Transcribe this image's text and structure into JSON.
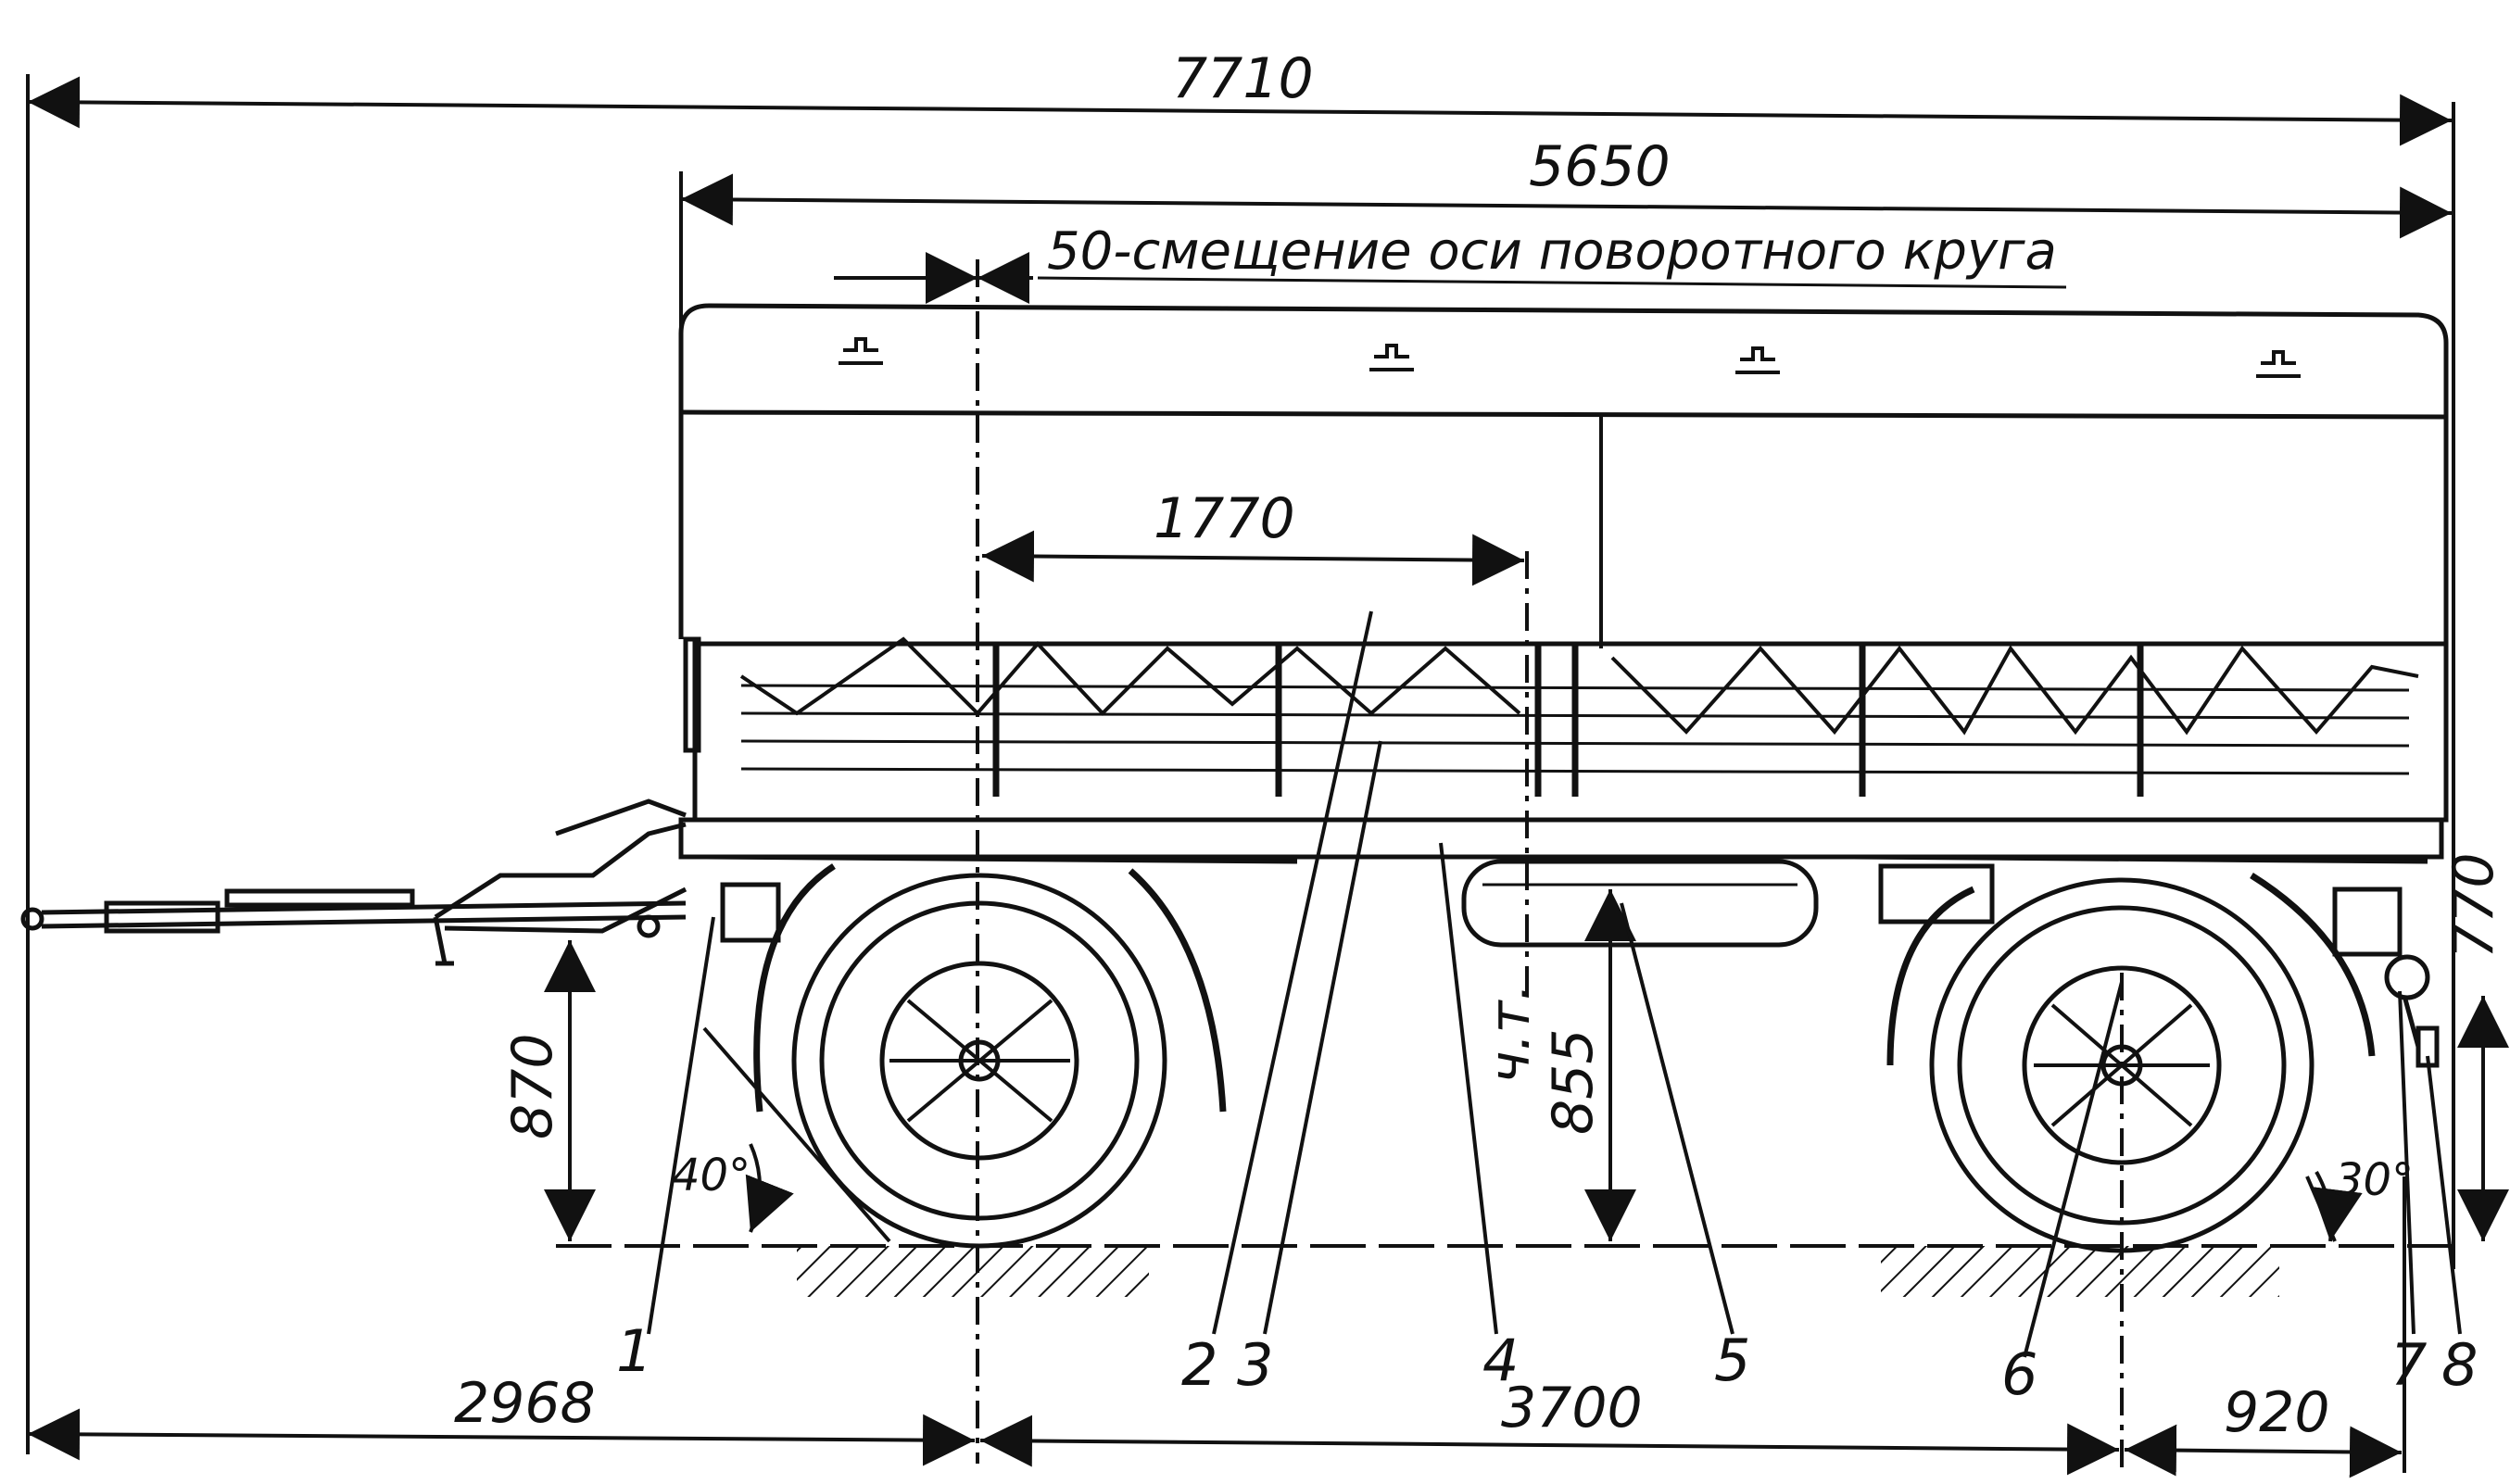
{
  "dimensions": {
    "overall_length": "7710",
    "body_length": "5650",
    "offset_note": "50-смещение оси поворотного круга",
    "front_overhang_to_axle": "1770",
    "drawbar_to_front_axle": "2968",
    "wheelbase": "3700",
    "rear_overhang": "920",
    "drawbar_height": "870",
    "platform_height": "855",
    "platform_height_note": "ч.т.",
    "rear_coupling_height": "770"
  },
  "angles": {
    "front": "40°",
    "rear": "30°"
  },
  "callouts": [
    "1",
    "2",
    "3",
    "4",
    "5",
    "6",
    "7",
    "8"
  ],
  "colors": {
    "ink": "#111111",
    "paper": "#ffffff"
  }
}
